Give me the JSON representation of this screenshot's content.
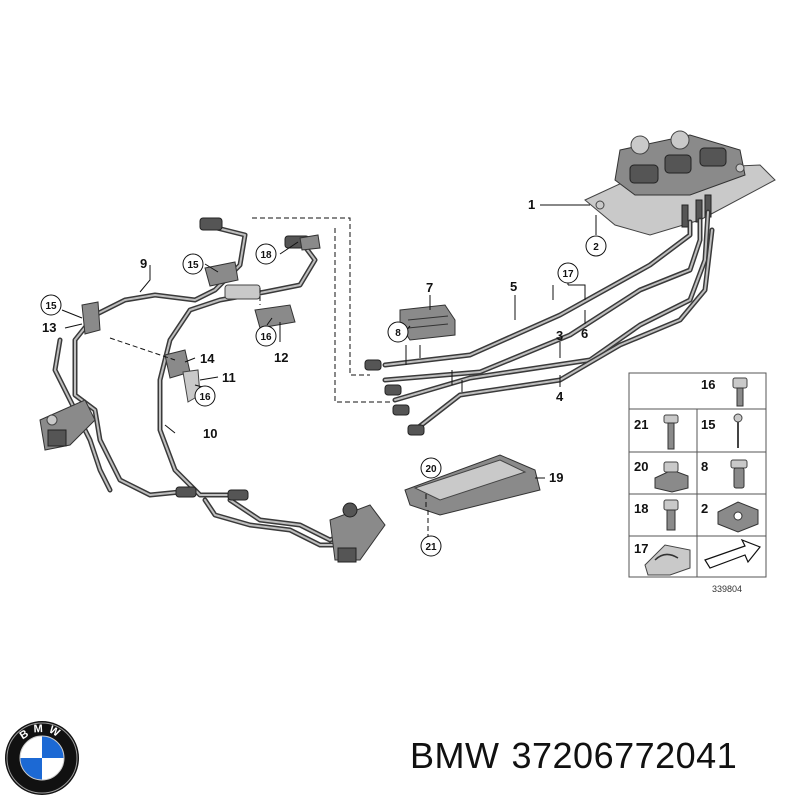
{
  "callouts": {
    "c1": "1",
    "c2": "2",
    "c3": "3",
    "c4": "4",
    "c5": "5",
    "c6": "6",
    "c7": "7",
    "c8": "8",
    "c9": "9",
    "c10": "10",
    "c11": "11",
    "c12": "12",
    "c13": "13",
    "c14": "14",
    "c15a": "15",
    "c15b": "15",
    "c16a": "16",
    "c16b": "16",
    "c17": "17",
    "c18": "18",
    "c19": "19",
    "c20": "20",
    "c21": "21"
  },
  "legend": {
    "items": [
      {
        "label": "16"
      },
      {
        "label": "21"
      },
      {
        "label": "15"
      },
      {
        "label": "20"
      },
      {
        "label": "8"
      },
      {
        "label": "18"
      },
      {
        "label": "2"
      },
      {
        "label": "17"
      }
    ],
    "ref_number": "339804"
  },
  "footer": {
    "brand": "BMW",
    "part_number": "37206772041",
    "logo_letters": "BMW"
  },
  "colors": {
    "line": "#3a3a3a",
    "logo_blue": "#1c69d4",
    "logo_ring": "#111111"
  }
}
